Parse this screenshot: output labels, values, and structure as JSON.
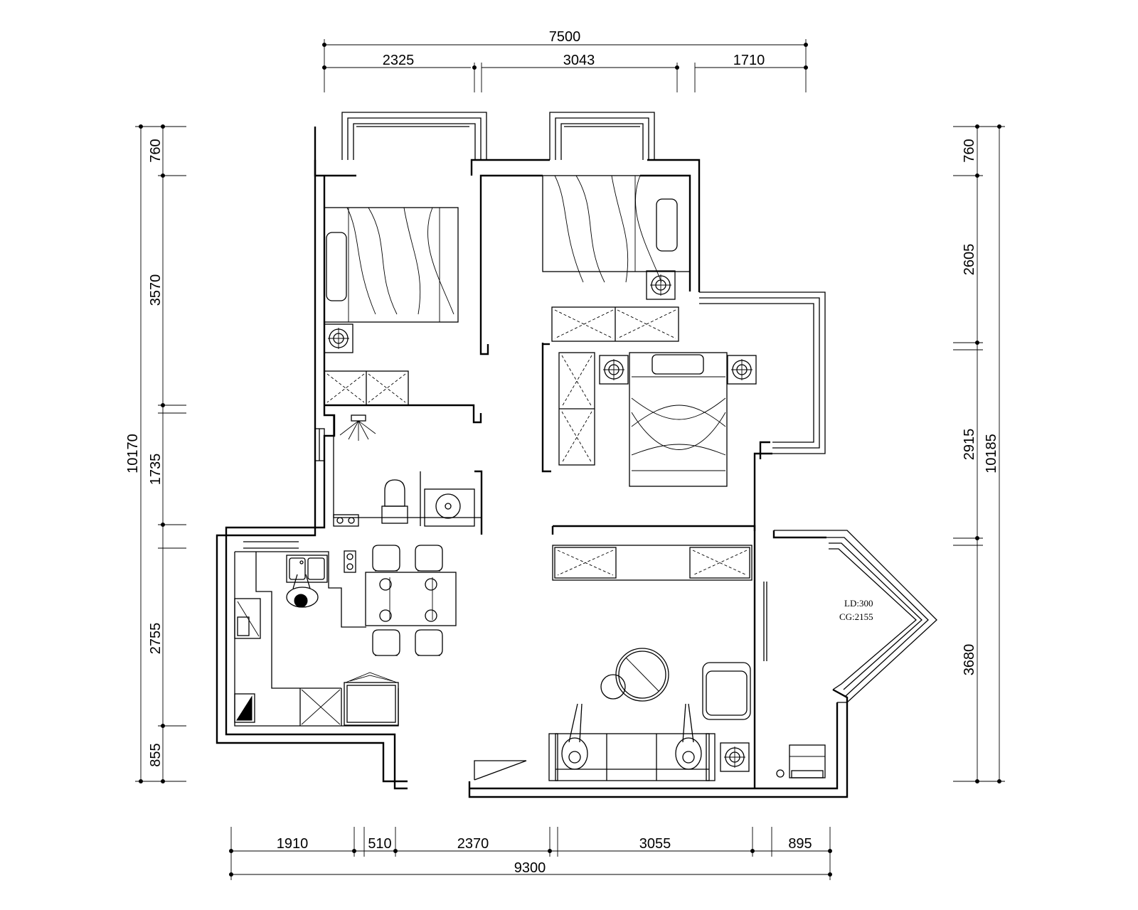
{
  "dimensions": {
    "top": {
      "total": "7500",
      "segments": [
        "2325",
        "3043",
        "1710"
      ]
    },
    "bottom": {
      "total": "9300",
      "segments": [
        "1910",
        "510",
        "2370",
        "3055",
        "895"
      ]
    },
    "left": {
      "total": "10170",
      "segments": [
        "760",
        "3570",
        "1735",
        "2755",
        "855"
      ]
    },
    "right": {
      "total": "10185",
      "segments": [
        "760",
        "2605",
        "2915",
        "3680"
      ]
    }
  },
  "annotation": {
    "line1": "LD:300",
    "line2": "CG:2155"
  }
}
